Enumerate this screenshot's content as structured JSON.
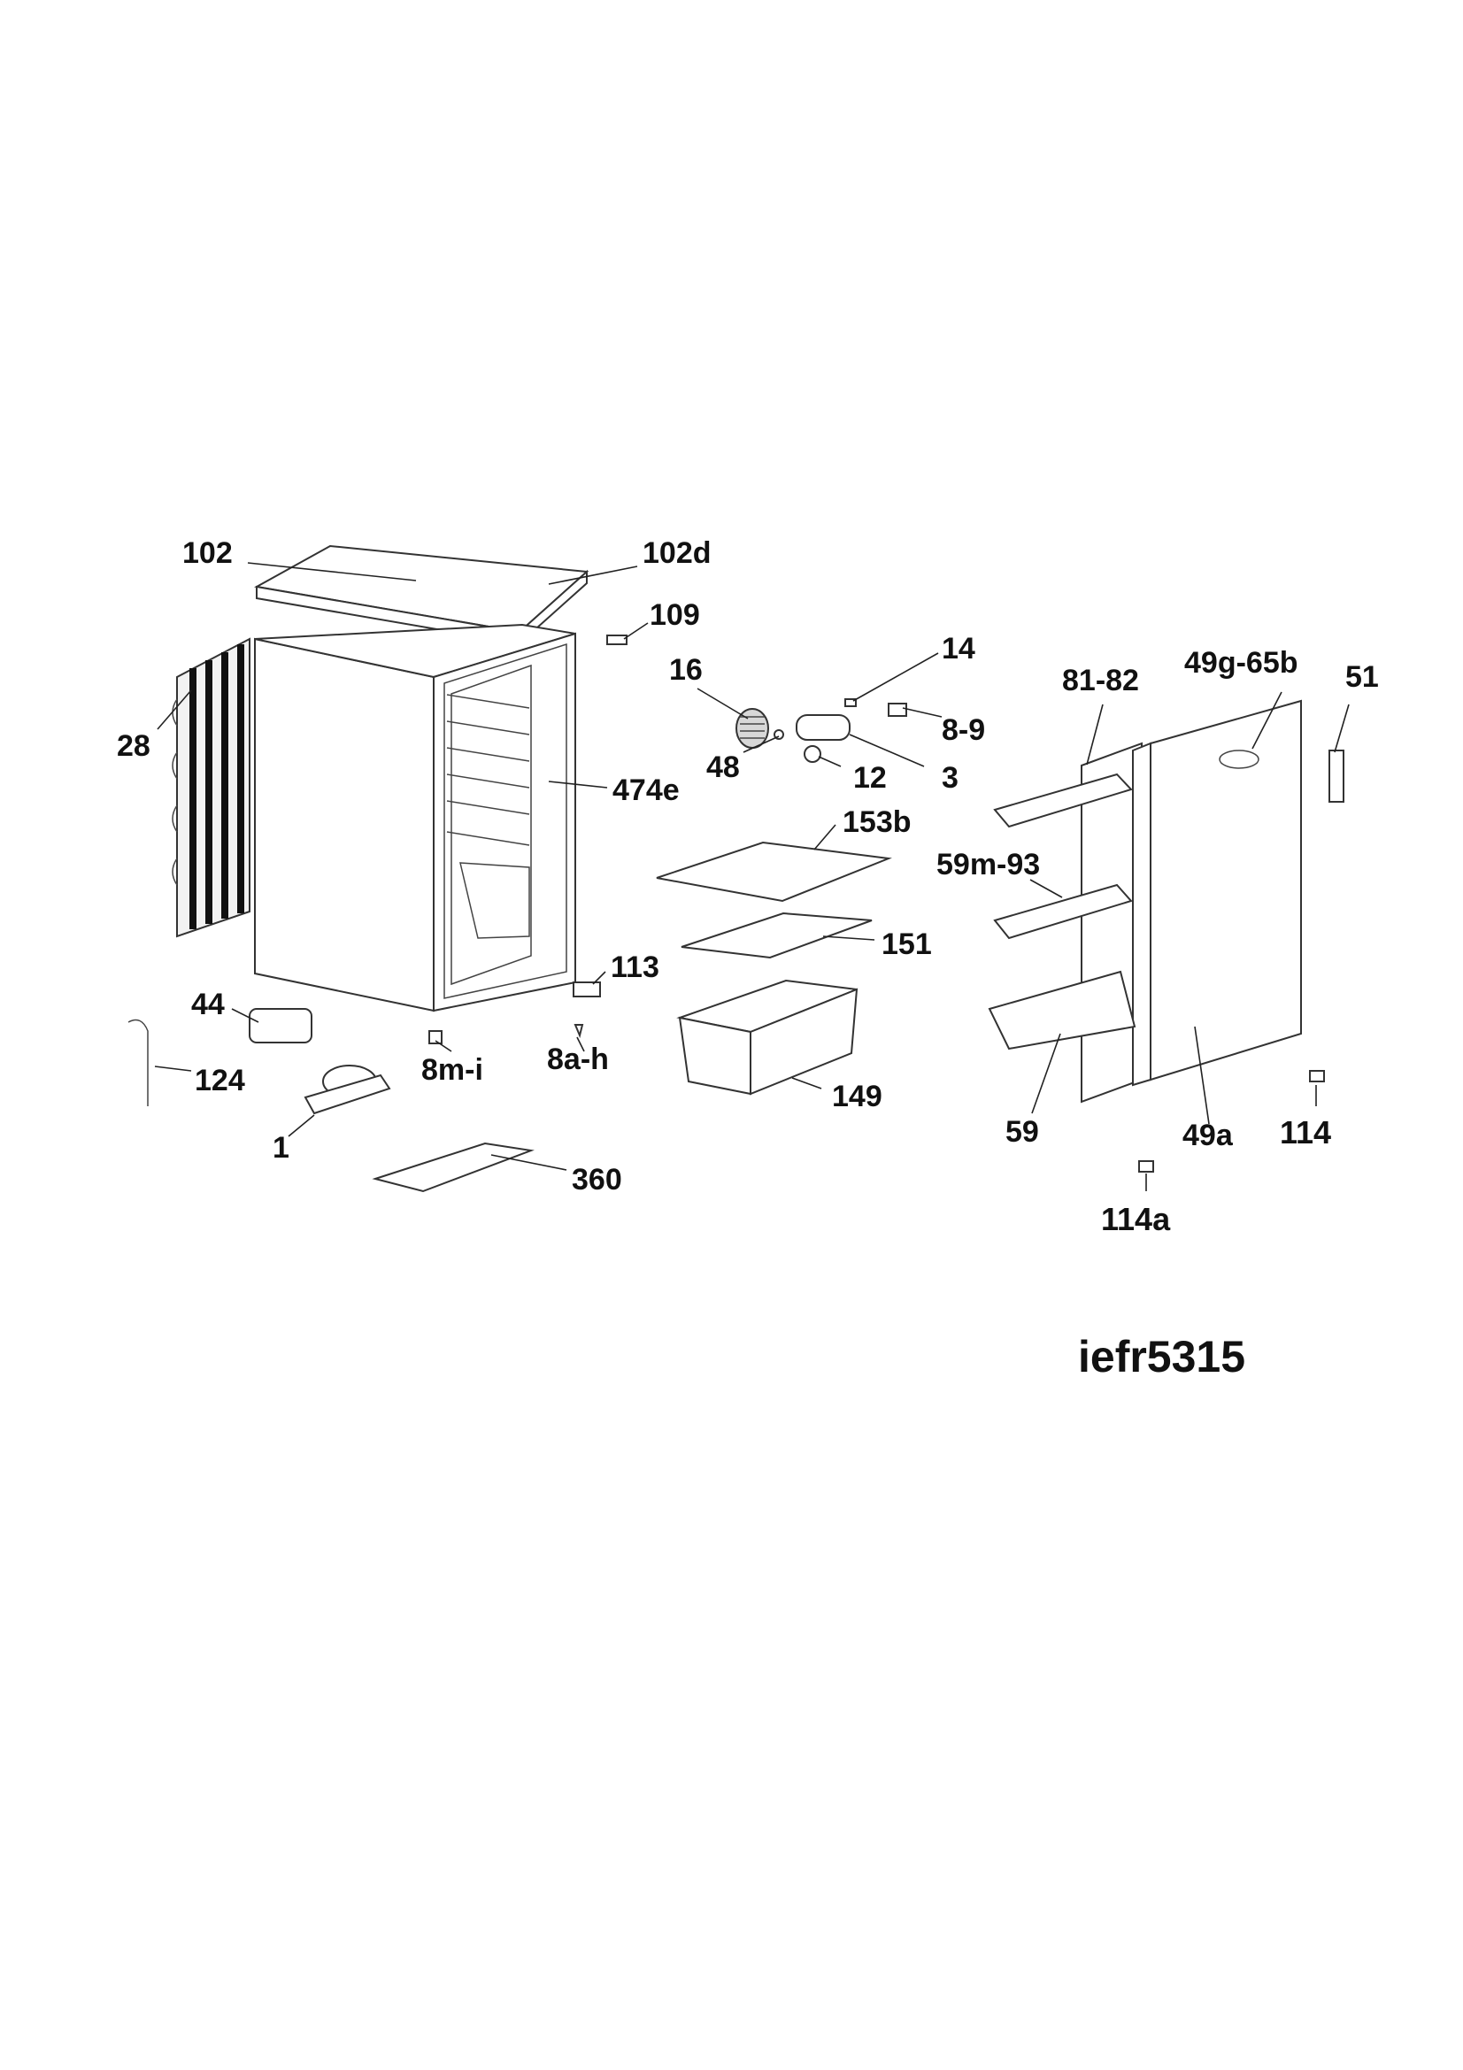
{
  "model_code": "iefr5315",
  "callouts": {
    "p102": "102",
    "p102d": "102d",
    "p109": "109",
    "p14": "14",
    "p16": "16",
    "p81_82": "81-82",
    "p49g_65b": "49g-65b",
    "p51": "51",
    "p28": "28",
    "p8_9": "8-9",
    "p48": "48",
    "p12": "12",
    "p3": "3",
    "p474e": "474e",
    "p153b": "153b",
    "p59m_93": "59m-93",
    "p151": "151",
    "p113": "113",
    "p44": "44",
    "p8m_i": "8m-i",
    "p8a_h": "8a-h",
    "p124": "124",
    "p149": "149",
    "p1": "1",
    "p59": "59",
    "p49a": "49a",
    "p114": "114",
    "p360": "360",
    "p114a": "114a"
  }
}
